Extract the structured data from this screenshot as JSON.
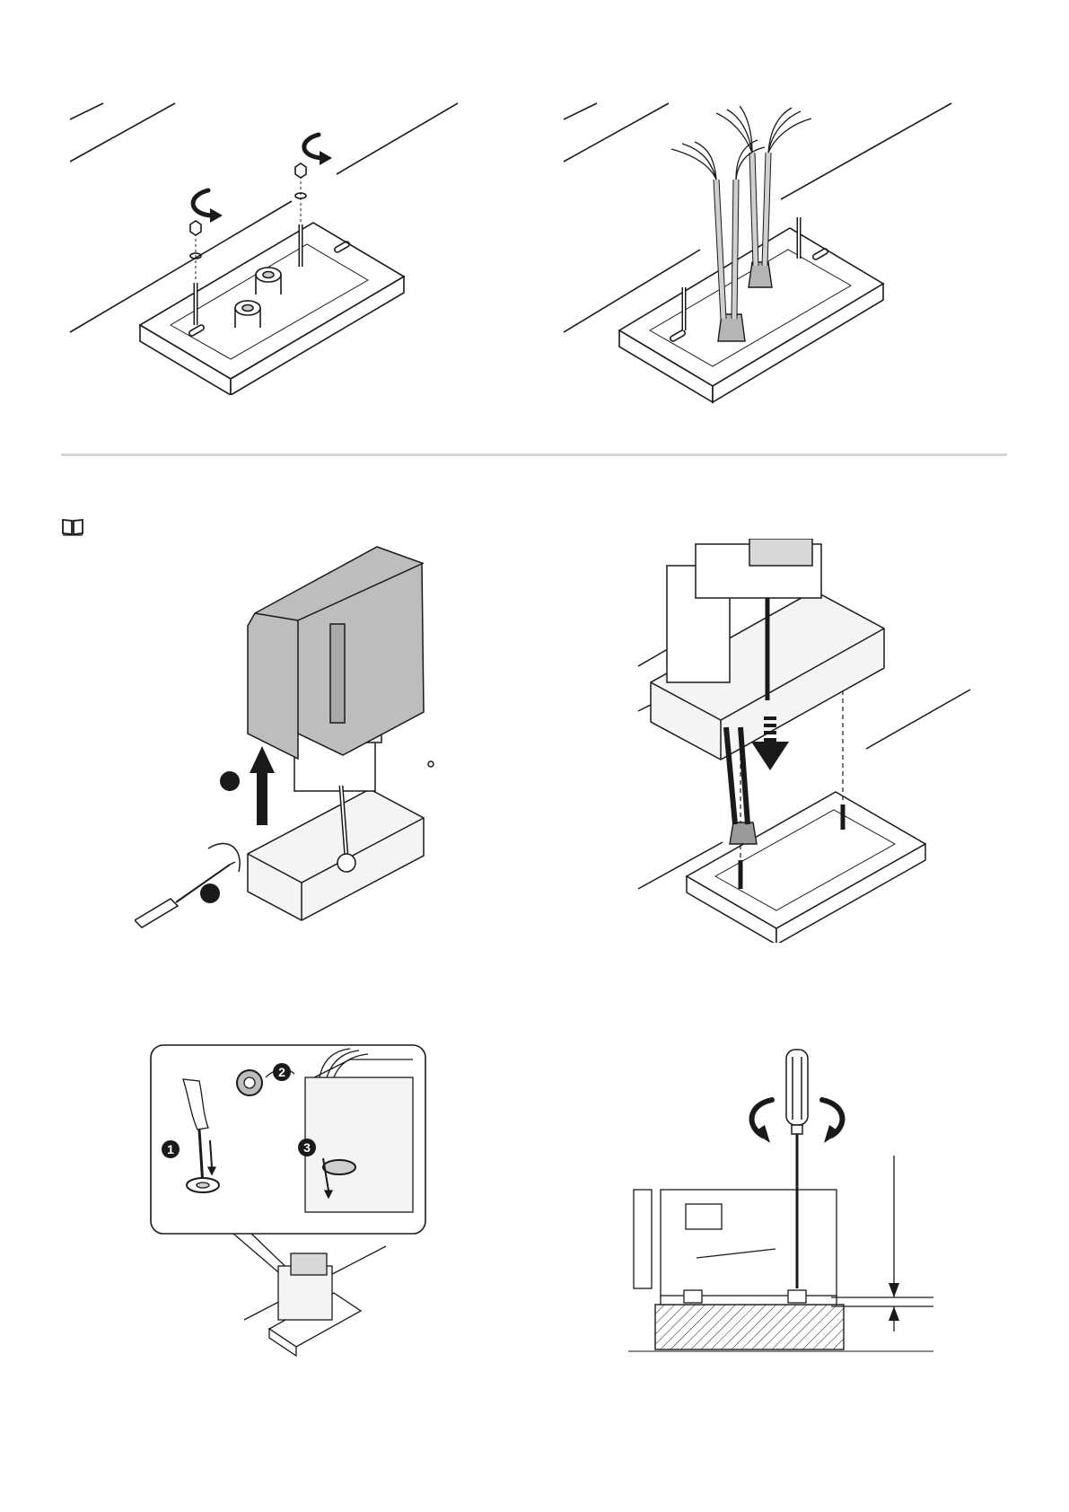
{
  "page": {
    "background": "#ffffff",
    "line_color": "#1a1a1a",
    "fill_gray": "#bdbdbd",
    "divider_color": "#d5d5d5"
  },
  "section_top": {
    "figures": [
      "fixing-nuts-onto-anchor-bolts",
      "cables-through-base-plate"
    ]
  },
  "section_bottom": {
    "reference_icon": "book-icon",
    "figures": [
      "cover-removal",
      "operator-onto-plate",
      "cable-grommet-insertion",
      "height-adjustment"
    ]
  },
  "callouts": {
    "grommet_steps": [
      "1",
      "2",
      "3"
    ]
  }
}
